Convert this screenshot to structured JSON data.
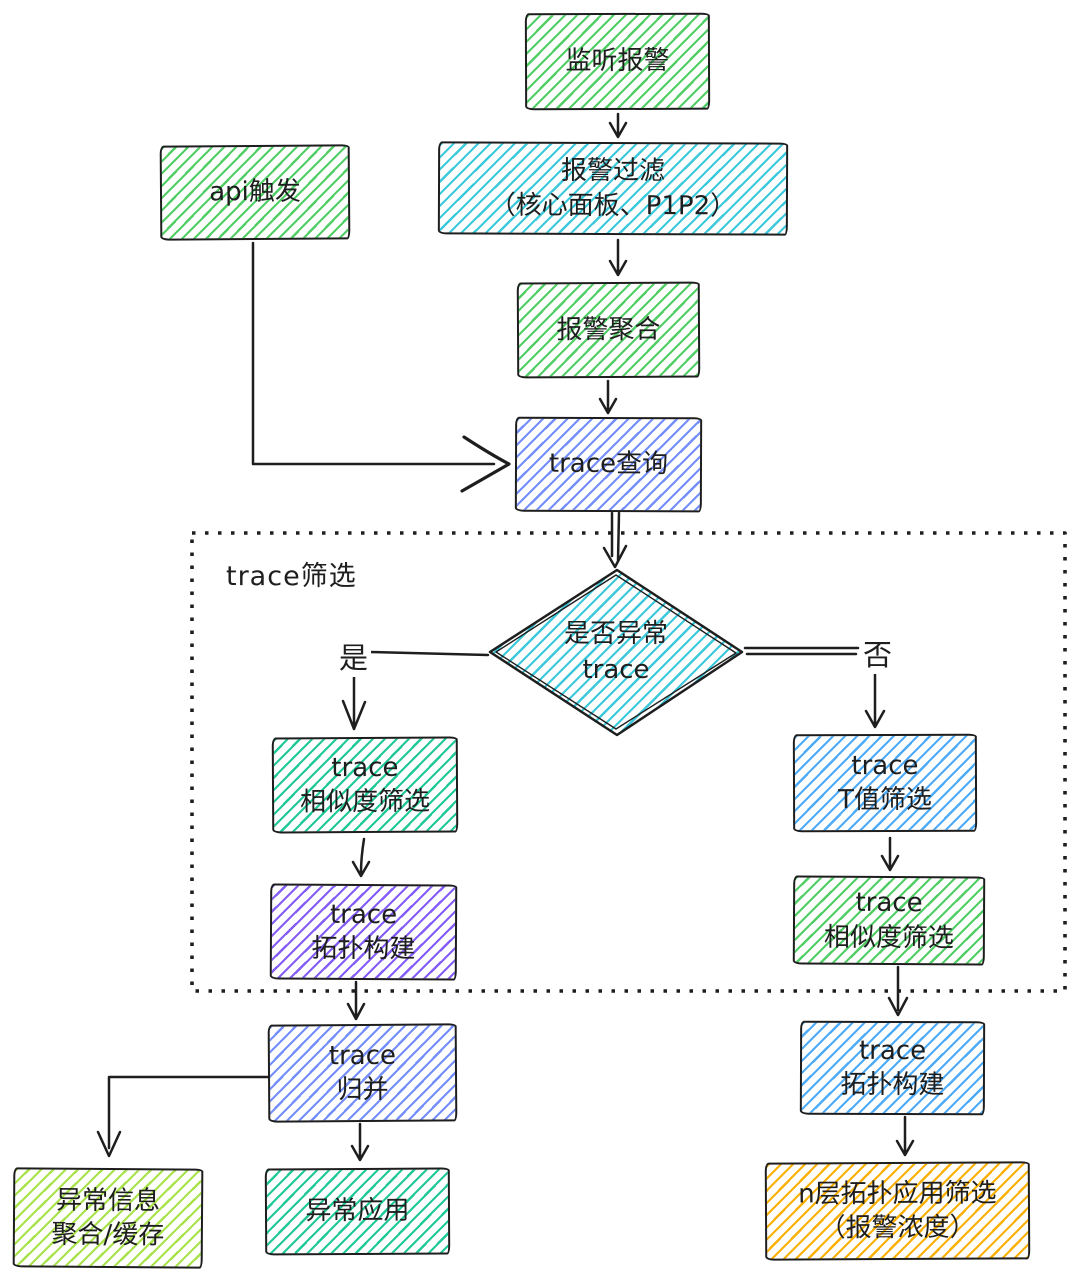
{
  "diagram": {
    "title": "trace alert filtering flowchart",
    "colors": {
      "background": "#ffffff",
      "stroke": "#1e1e1e",
      "green": "#51cf66",
      "cyan": "#3bc9db",
      "indigo": "#748ffc",
      "teal": "#20c997",
      "violet": "#845ef7",
      "blue": "#4dabf7",
      "lime": "#a9e34b",
      "yellow": "#fab005"
    },
    "nodes": [
      {
        "id": "listen-alarm",
        "label": "监听报警",
        "color": "#51cf66",
        "shape": "rect"
      },
      {
        "id": "alarm-filter",
        "label": "报警过滤\n（核心面板、P1P2）",
        "color": "#3bc9db",
        "shape": "rect"
      },
      {
        "id": "api-trigger",
        "label": "api触发",
        "color": "#51cf66",
        "shape": "rect"
      },
      {
        "id": "alarm-aggregate",
        "label": "报警聚合",
        "color": "#51cf66",
        "shape": "rect"
      },
      {
        "id": "trace-query",
        "label": "trace查询",
        "color": "#748ffc",
        "shape": "rect"
      },
      {
        "id": "decision-abnormal-trace",
        "label": "是否异常\ntrace",
        "color": "#3bc9db",
        "shape": "diamond"
      },
      {
        "id": "trace-similarity-left",
        "label": "trace\n相似度筛选",
        "color": "#20c997",
        "shape": "rect"
      },
      {
        "id": "trace-topology-left",
        "label": "trace\n拓扑构建",
        "color": "#845ef7",
        "shape": "rect"
      },
      {
        "id": "trace-tvalue-filter",
        "label": "trace\nT值筛选",
        "color": "#4dabf7",
        "shape": "rect"
      },
      {
        "id": "trace-similarity-right",
        "label": "trace\n相似度筛选",
        "color": "#51cf66",
        "shape": "rect"
      },
      {
        "id": "trace-merge",
        "label": "trace\n归并",
        "color": "#748ffc",
        "shape": "rect"
      },
      {
        "id": "abnormal-info-cache",
        "label": "异常信息\n聚合/缓存",
        "color": "#a9e34b",
        "shape": "rect"
      },
      {
        "id": "abnormal-app",
        "label": "异常应用",
        "color": "#20c997",
        "shape": "rect"
      },
      {
        "id": "trace-topology-right",
        "label": "trace\n拓扑构建",
        "color": "#4dabf7",
        "shape": "rect"
      },
      {
        "id": "n-layer-topology-filter",
        "label": "n层拓扑应用筛选\n（报警浓度）",
        "color": "#fab005",
        "shape": "rect"
      }
    ],
    "group": {
      "label": "trace筛选"
    },
    "edge_labels": {
      "yes": "是",
      "no": "否"
    }
  }
}
